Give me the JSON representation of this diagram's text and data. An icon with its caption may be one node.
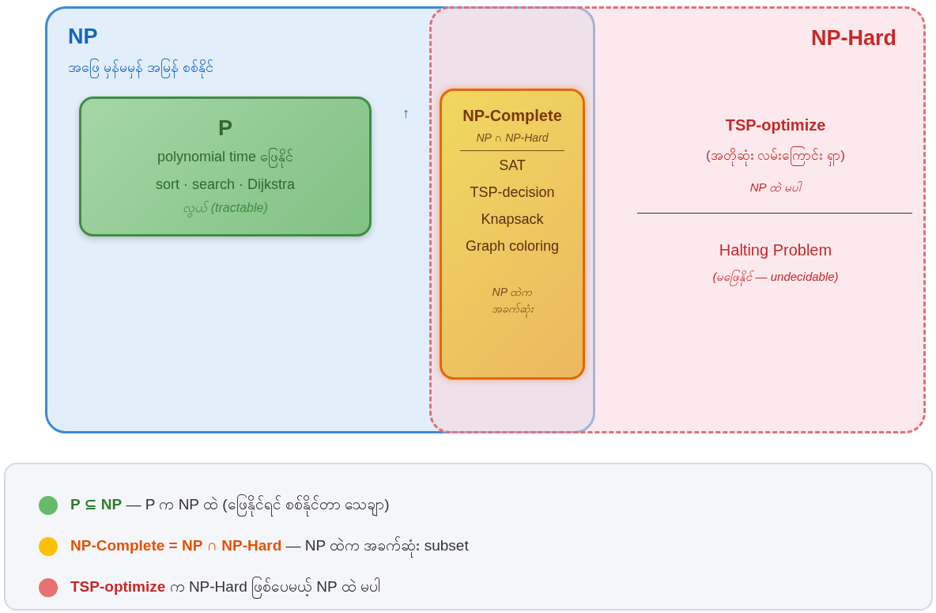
{
  "diagram": {
    "nodes": [
      {
        "text": [
          "NP",
          "အဖြေ မှန်မမှန် အမြန် စစ်နိုင်"
        ]
      },
      {
        "text": [
          "P",
          "polynomial time ဖြေနိုင်",
          "sort · search · Dijkstra",
          "လွယ် (tractable)"
        ],
        "in": 0
      },
      {
        "text": [
          "NP-Hard",
          "TSP-optimize",
          "(အတိုဆုံး လမ်းကြောင်း ရှာ)",
          "NP ထဲ မပါ",
          "Halting Problem",
          "(မဖြေနိုင် — undecidable)"
        ]
      },
      {
        "text": [
          "NP-Complete",
          "NP ∩ NP-Hard",
          "SAT",
          "TSP-decision",
          "Knapsack",
          "Graph coloring",
          "NP ထဲက အခက်ဆုံး"
        ]
      },
      {
        "text": [
          "↑"
        ],
        "in": 0
      }
    ],
    "edges": [],
    "legend": [
      {
        "text": "**P ⊆ NP** — P က NP ထဲ (ဖြေနိုင်ရင် စစ်နိုင်တာ သေချာ)",
        "color": "#66bb6a"
      },
      {
        "text": "**NP-Complete = NP ∩ NP-Hard** — NP ထဲက အခက်ဆုံး subset",
        "color": "#ffc107"
      },
      {
        "text": "**TSP-optimize** က NP-Hard ဖြစ်ပေမယ့် NP ထဲ မပါ",
        "color": "#e57373"
      }
    ]
  }
}
